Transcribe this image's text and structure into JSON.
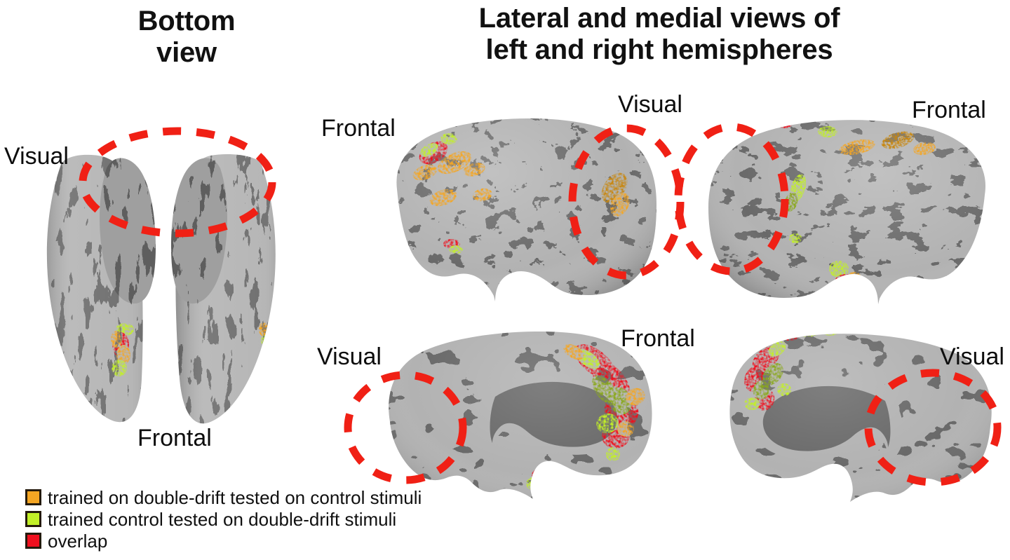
{
  "figure": {
    "background_color": "#ffffff",
    "panels": {
      "bottom_view": {
        "title_line1": "Bottom",
        "title_line2": "view"
      },
      "lateral_medial": {
        "title_line1": "Lateral and medial views of",
        "title_line2": "left and right hemispheres"
      }
    }
  },
  "labels": {
    "bottom_visual": "Visual",
    "bottom_frontal": "Frontal",
    "top_left_frontal": "Frontal",
    "top_center_visual": "Visual",
    "top_right_frontal": "Frontal",
    "mid_left_visual": "Visual",
    "mid_center_frontal": "Frontal",
    "mid_right_visual": "Visual"
  },
  "legend": {
    "items": [
      {
        "color": "#f5a623",
        "label": "trained on double-drift tested on control stimuli",
        "icon": "orange-square-swatch"
      },
      {
        "color": "#c2f028",
        "label": "trained control tested on double-drift stimuli",
        "icon": "green-square-swatch"
      },
      {
        "color": "#f0101e",
        "label": "overlap",
        "icon": "red-square-swatch"
      }
    ]
  },
  "colors": {
    "gyrus_gray": "#b2b2b2",
    "sulcus_gray": "#696969",
    "roi_outline": "#f02015",
    "activation_orange": "#f5a623",
    "activation_green": "#c2f028",
    "activation_red": "#f0101e",
    "text": "#0d0d0d"
  }
}
